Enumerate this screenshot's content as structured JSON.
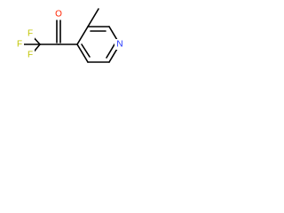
{
  "molecule": {
    "atoms": {
      "F_top": "F",
      "F_left": "F",
      "F_bottom": "F",
      "O": "O",
      "N": "N"
    },
    "colors": {
      "bond": "#000000",
      "F": "#c1c400",
      "O": "#ff2200",
      "N": "#1f33ff"
    }
  }
}
